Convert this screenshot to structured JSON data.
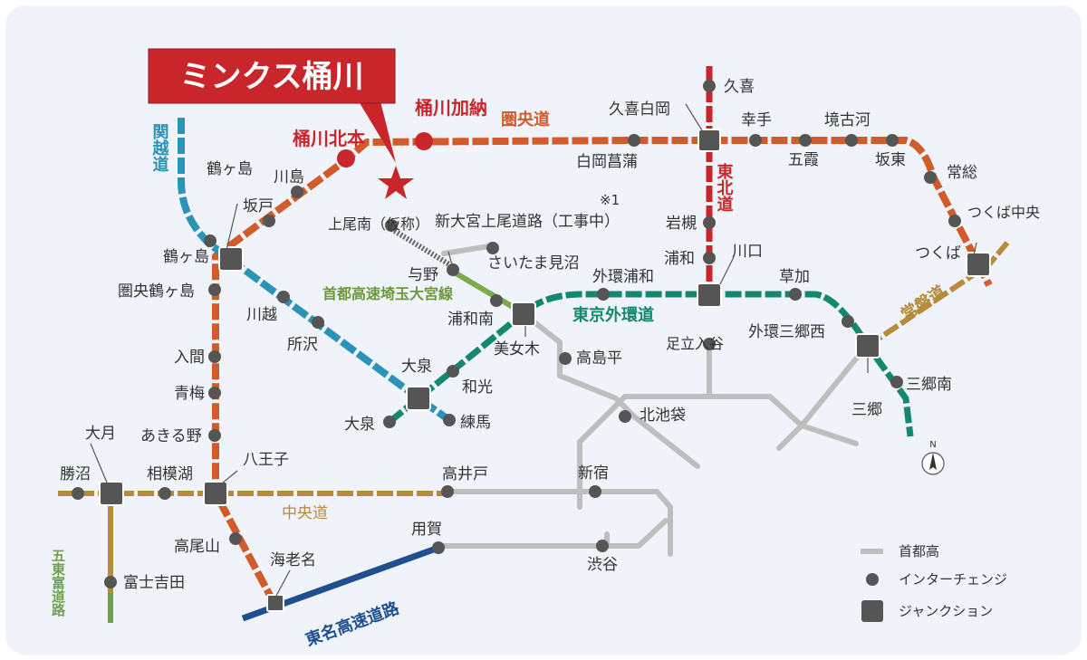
{
  "property": {
    "name": "ミンクス桶川"
  },
  "roads": {
    "ken_o": "圏央道",
    "tohoku": "東北道",
    "kanetsu": "関越道",
    "tokyo_gaikan": "東京外環道",
    "joban": "常磐道",
    "chuo": "中央道",
    "tomei": "東名高速道路",
    "fuji_goko": "五東富道路",
    "saitama_omiya": "首都高速埼玉大宮線",
    "new_omiya": "新大宮上尾道路（工事中）",
    "note_mark": "※1"
  },
  "legend": {
    "shutoko": "首都高",
    "interchange": "インターチェンジ",
    "junction": "ジャンクション"
  },
  "north": "N",
  "points": {
    "okegawa_kitamoto": "桶川北本",
    "okegawa_kanou": "桶川加納",
    "kuki": "久喜",
    "kuki_shiraoka": "久喜白岡",
    "shiraoka_shobu": "白岡菖蒲",
    "satte": "幸手",
    "goka": "五霞",
    "sakaikoga": "境古河",
    "bando": "坂東",
    "josou": "常総",
    "tsukuba_chuo": "つくば中央",
    "tsukuba_jct": "つくば",
    "tsurugashima": "鶴ヶ島",
    "kawashima": "川島",
    "sakado": "坂戸",
    "tsurugashima_jct": "鶴ヶ島",
    "ken_o_tsurugashima": "圏央鶴ヶ島",
    "kawagoe": "川越",
    "tokorozawa": "所沢",
    "oizumi_jct": "大泉",
    "oizumi": "大泉",
    "nerima": "練馬",
    "wako": "和光",
    "ageo_minami": "上尾南（仮称）",
    "saitama_minuma": "さいたま見沼",
    "yono": "与野",
    "urawa_minami": "浦和南",
    "bijogi": "美女木",
    "takashimadaira": "高島平",
    "gaikan_urawa": "外環浦和",
    "iwatsuki": "岩槻",
    "urawa": "浦和",
    "kawaguchi": "川口",
    "soka": "草加",
    "adachi_iriya": "足立入谷",
    "gaikan_misato_nishi": "外環三郷西",
    "misato": "三郷",
    "misato_minami": "三郷南",
    "kita_ikebukuro": "北池袋",
    "shinjuku": "新宿",
    "takaido": "高井戸",
    "shibuya": "渋谷",
    "yoga": "用賀",
    "iruma": "入間",
    "ome": "青梅",
    "akiruno": "あきる野",
    "hachioji": "八王子",
    "sagamiko": "相模湖",
    "otsuki": "大月",
    "katsunuma": "勝沼",
    "takaosan": "高尾山",
    "ebina": "海老名",
    "fujiyoshida": "富士吉田"
  },
  "colors": {
    "ken_o": "#d25b2c",
    "tohoku": "#c8262b",
    "kanetsu": "#2b93b6",
    "gaikan": "#13876f",
    "chuo": "#b58c3c",
    "tomei": "#1f4f8f",
    "fuji_goko": "#6ea050",
    "shutoko": "#bebebe",
    "saitama_omiya": "#7aaa4a",
    "node": "#555555",
    "property": "#c8262b"
  }
}
